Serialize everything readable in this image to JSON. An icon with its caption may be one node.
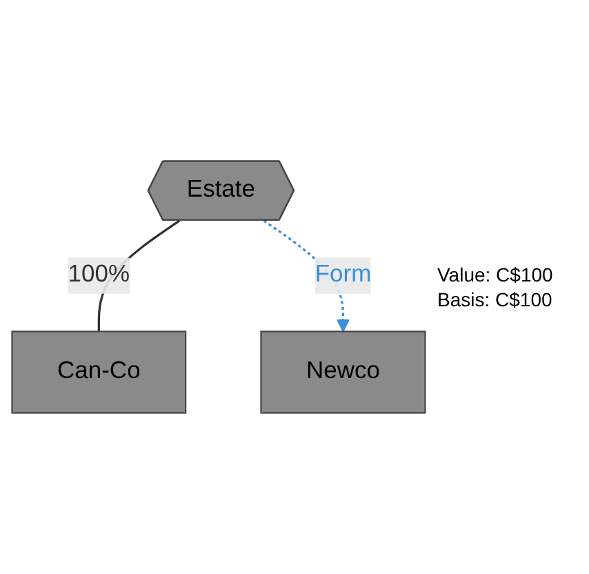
{
  "diagram": {
    "nodes": [
      {
        "text": [
          "Estate"
        ]
      },
      {
        "text": [
          "Can-Co"
        ]
      },
      {
        "text": [
          "Newco"
        ]
      }
    ],
    "edges": [
      {
        "from": 0,
        "to": 1,
        "arrow": "none",
        "label": "100%"
      },
      {
        "from": 0,
        "to": 2,
        "arrow": "to",
        "label": "Form",
        "style": "dashed",
        "color": "#3b8fd9"
      }
    ],
    "labels": [
      "Value: C$100",
      "Basis: C$100"
    ]
  }
}
